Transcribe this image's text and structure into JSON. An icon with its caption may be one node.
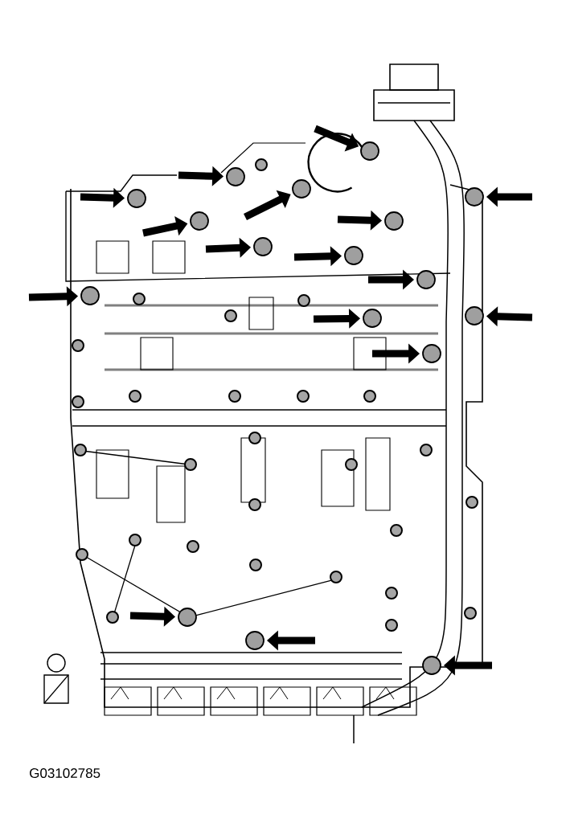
{
  "diagram": {
    "nodes": [
      {
        "text": [],
        "shape": "circle"
      },
      {
        "text": [],
        "shape": "circle"
      },
      {
        "text": [],
        "shape": "circle"
      },
      {
        "text": [],
        "shape": "circle"
      },
      {
        "text": [],
        "shape": "circle"
      },
      {
        "text": [],
        "shape": "circle"
      },
      {
        "text": [],
        "shape": "circle"
      },
      {
        "text": [],
        "shape": "circle"
      },
      {
        "text": [],
        "shape": "circle"
      },
      {
        "text": [],
        "shape": "circle"
      },
      {
        "text": [],
        "shape": "circle"
      },
      {
        "text": [],
        "shape": "circle"
      },
      {
        "text": [],
        "shape": "circle"
      },
      {
        "text": [],
        "shape": "circle"
      },
      {
        "text": [],
        "shape": "circle"
      },
      {
        "text": [],
        "shape": "circle"
      },
      {
        "text": [],
        "shape": "circle"
      }
    ],
    "edges": [
      {
        "from": null,
        "to": 0,
        "arrow": "to"
      },
      {
        "from": null,
        "to": 1,
        "arrow": "to"
      },
      {
        "from": null,
        "to": 2,
        "arrow": "to"
      },
      {
        "from": null,
        "to": 3,
        "arrow": "to"
      },
      {
        "from": null,
        "to": 4,
        "arrow": "to"
      },
      {
        "from": null,
        "to": 5,
        "arrow": "to"
      },
      {
        "from": null,
        "to": 6,
        "arrow": "to"
      },
      {
        "from": null,
        "to": 7,
        "arrow": "to"
      },
      {
        "from": null,
        "to": 8,
        "arrow": "to"
      },
      {
        "from": null,
        "to": 9,
        "arrow": "to"
      },
      {
        "from": null,
        "to": 10,
        "arrow": "to"
      },
      {
        "from": null,
        "to": 11,
        "arrow": "to"
      },
      {
        "from": null,
        "to": 12,
        "arrow": "to"
      },
      {
        "from": null,
        "to": 13,
        "arrow": "to"
      },
      {
        "from": null,
        "to": 14,
        "arrow": "to"
      },
      {
        "from": null,
        "to": 15,
        "arrow": "to"
      },
      {
        "from": null,
        "to": 16,
        "arrow": "to"
      }
    ],
    "labels": [
      "G03102785"
    ]
  }
}
